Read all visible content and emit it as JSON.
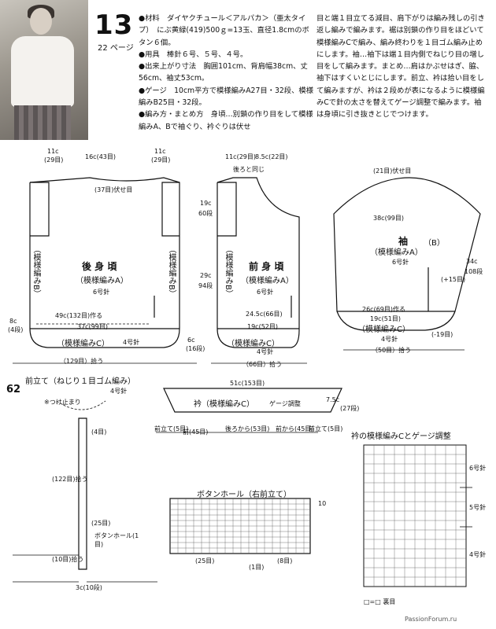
{
  "header": {
    "number": "13",
    "page_ref": "22 ページ"
  },
  "text": {
    "col1": [
      "●材料　ダイヤクチュール＜アルパカ＞（亜太タイプ）　にぶ黄緑(419)500ｇ=13玉、直径1.8cmのボタン６個。",
      "●用具　棒針６号、５号、４号。",
      "●出来上がり寸法　胸囲101cm、背肩幅38cm、丈56cm、袖丈53cm。",
      "●ゲージ　10cm平方で模様編みA27目・32段、模様編みB25目・32段。",
      "●編み方・まとめ方　身頃…別鎖の作り目をして模様編みA、Bで袖ぐり、衿ぐりは伏せ"
    ],
    "col2": "目と端１目立てる減目、肩下がりは編み残しの引き返し編みで編みます。裾は別鎖の作り目をほどいて模様編みCで編み、編み終わりを１目ゴム編み止めにします。袖…袖下は端１目内側でねじり目の増し目をして編みます。まとめ…肩はかぶせはぎ、脇、袖下はすくいとじにします。前立、衿は拾い目をして編みますが、衿は２段めが表になるように模様編みCで針の太さを替えてゲージ調整で編みます。袖は身頃に引き抜きとじでつけます。"
  },
  "diagrams": {
    "back": {
      "title": "後 身 頃",
      "pattern": "（模様編みA）",
      "needle": "6号針",
      "band": "（模様編みC）",
      "band_needle": "4号針",
      "side": "（模様編みB）",
      "width": "（129目）拾う",
      "top_labels": [
        "11c",
        "(29目)",
        "16c(43目)",
        "11c",
        "(29目)"
      ],
      "armhole": "(37目)伏せ目",
      "chest": "49c(132目)作る",
      "lower": "37c(99目)",
      "hem_a": "6c",
      "hem_b": "(16段)",
      "edge_a": "8c",
      "edge_b": "(4段)"
    },
    "front": {
      "title": "前 身 頃",
      "pattern": "（模様編みA）",
      "needle": "6号針",
      "band": "（模様編みC）",
      "band_needle": "4号針",
      "side": "（模様編みB）",
      "width": "（66目）拾う",
      "top_labels": [
        "11c(29目)",
        "8.5c(22目)",
        "後ろと同じ"
      ],
      "chest": "24.5c(66目)",
      "lower": "19c(52目)",
      "height_a": "29c",
      "height_b": "94段",
      "arm_a": "19c",
      "arm_b": "60段"
    },
    "sleeve": {
      "title": "袖",
      "pattern": "（模様編みA）",
      "needle": "6号針",
      "band": "（模様編みC）",
      "band_needle": "4号針",
      "side": "（B）",
      "width": "（50目）拾う",
      "cap": "38c(99目)",
      "top": "(21目)伏せ目",
      "mid": "26c(69目)作る",
      "base": "19c(51目)",
      "height_a": "34c",
      "height_b": "108段",
      "inc": "(+15目)",
      "inc2": "(-19目)"
    },
    "band": {
      "title": "前立て（ねじり１目ゴム編み）",
      "needle": "4号針",
      "start": "※つけ止まり",
      "top_st": "(4目)",
      "side_st": "(122目)拾う",
      "mid_st": "(25目)",
      "hole": "ボタンホール(1目)",
      "bottom_st": "(10目)拾う",
      "height": "3c(10段)"
    },
    "collar": {
      "title": "衿（模様編みC）",
      "note": "ゲージ調整",
      "width": "51c(153目)",
      "depth_a": "7.5c",
      "depth_b": "(27段)",
      "pick": [
        "前立て(5目)",
        "前(45目)",
        "後ろから(53目)",
        "前から(45目)",
        "前立て(5目)"
      ]
    },
    "buttonhole": {
      "title": "ボタンホール（右前立て）",
      "row_mark": "10",
      "bottom": "(25目)",
      "mid": "(1目)",
      "side": "(8目)"
    },
    "gauge": {
      "title": "衿の模様編みCとゲージ調整",
      "needles": [
        "6号針",
        "5号針",
        "4号針"
      ],
      "legend": "□=□ 裏目"
    }
  },
  "page_number": "62",
  "footer": "PassionForum.ru"
}
